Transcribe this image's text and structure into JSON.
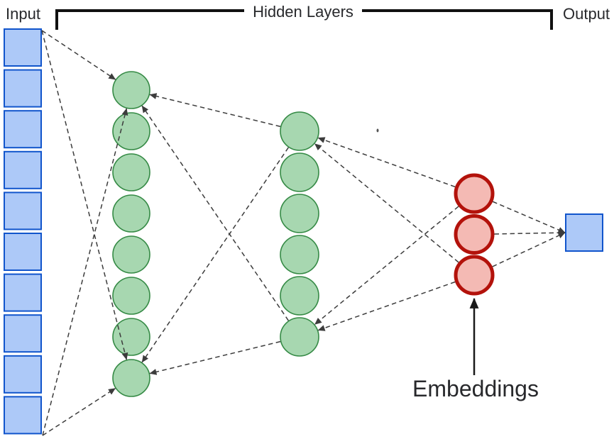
{
  "labels": {
    "input": "Input",
    "hidden_layers": "Hidden Layers",
    "output": "Output",
    "embeddings": "Embeddings"
  },
  "colors": {
    "input_node_fill": "#adc9f8",
    "input_node_border": "#1155cc",
    "hidden_node_fill": "#a7d7b0",
    "hidden_node_border": "#358a45",
    "embedding_node_fill": "#f4bab4",
    "embedding_node_border": "#b3120b",
    "output_node_fill": "#adc9f8",
    "output_node_border": "#1155cc",
    "connector": "#3c3c3c",
    "bracket": "#111111",
    "label_text": "#28292c",
    "embedding_arrow": "#1a1a1a"
  },
  "network": {
    "layers": [
      {
        "id": "input",
        "role": "input",
        "shape": "square",
        "node_count": 10
      },
      {
        "id": "hidden1",
        "role": "hidden",
        "shape": "circle",
        "node_count": 8
      },
      {
        "id": "hidden2",
        "role": "hidden",
        "shape": "circle",
        "node_count": 6
      },
      {
        "id": "embeddings",
        "role": "embedding",
        "shape": "circle",
        "node_count": 3
      },
      {
        "id": "output",
        "role": "output",
        "shape": "square",
        "node_count": 1
      }
    ],
    "connections": [
      {
        "from": "input.top",
        "to": "hidden1.0"
      },
      {
        "from": "input.top",
        "to": "hidden1.7"
      },
      {
        "from": "input.bottom",
        "to": "hidden1.0"
      },
      {
        "from": "input.bottom",
        "to": "hidden1.7"
      },
      {
        "from": "hidden2.0",
        "to": "hidden1.0"
      },
      {
        "from": "hidden2.5",
        "to": "hidden1.0"
      },
      {
        "from": "hidden2.0",
        "to": "hidden1.7"
      },
      {
        "from": "hidden2.5",
        "to": "hidden1.7"
      },
      {
        "from": "embeddings.0",
        "to": "hidden2.0"
      },
      {
        "from": "embeddings.2",
        "to": "hidden2.0"
      },
      {
        "from": "embeddings.0",
        "to": "hidden2.5"
      },
      {
        "from": "embeddings.2",
        "to": "hidden2.5"
      },
      {
        "from": "embeddings.0",
        "to": "output.0"
      },
      {
        "from": "embeddings.1",
        "to": "output.0"
      },
      {
        "from": "embeddings.2",
        "to": "output.0"
      }
    ]
  }
}
